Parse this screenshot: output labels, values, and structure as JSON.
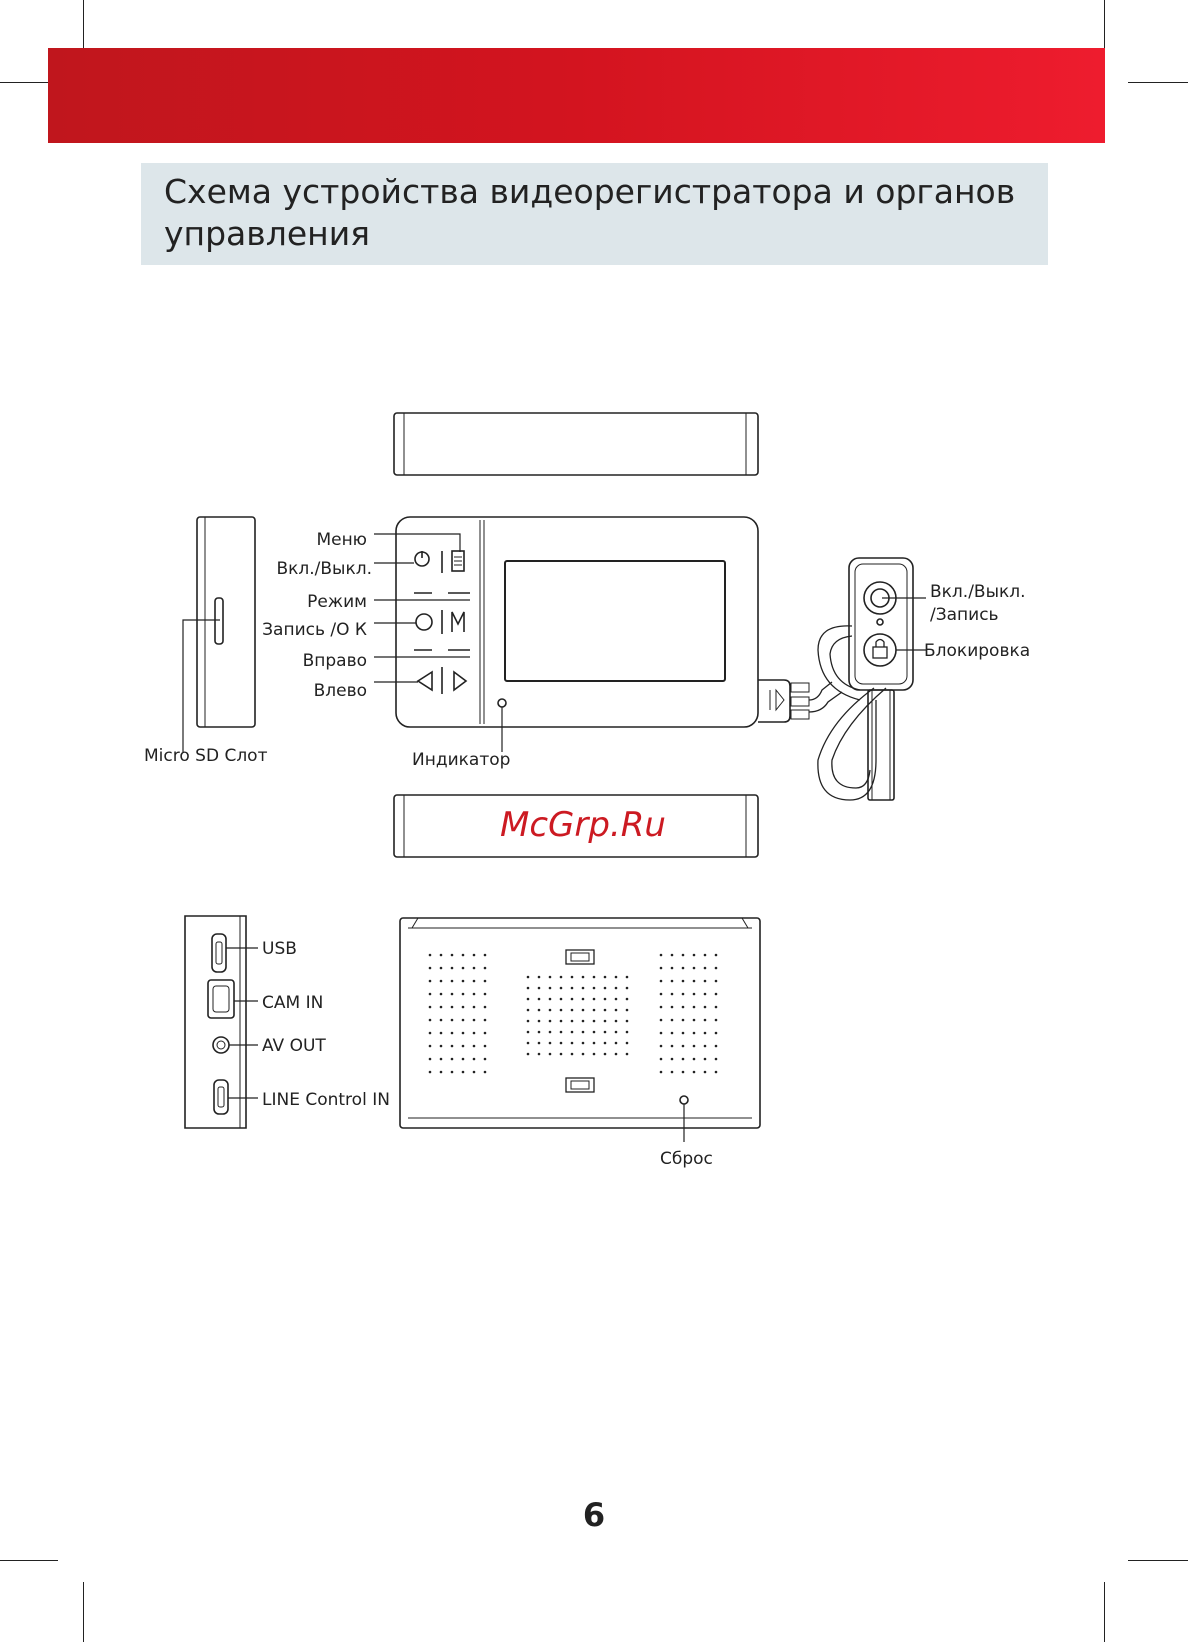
{
  "header": {
    "accent_color": "#d3141f",
    "panel_color": "#dde6ea"
  },
  "title": "Схема устройства видеорегистратора и органов управления",
  "front_labels": {
    "menu": "Меню",
    "power": "Вкл./Выкл.",
    "mode": "Режим",
    "record_ok": "Запись /О К",
    "right": "Вправо",
    "left": "Влево",
    "sd_slot": "Micro SD Слот",
    "indicator": "Индикатор"
  },
  "remote_labels": {
    "power_line1": "Вкл./Выкл.",
    "power_line2": "/Запись",
    "lock": "Блокировка"
  },
  "watermark": "McGrp.Ru",
  "port_labels": {
    "usb": "USB",
    "cam_in": "CAM IN",
    "av_out": "AV OUT",
    "line_control": "LINE Control IN"
  },
  "back_labels": {
    "reset": "Сброс"
  },
  "page_number": "6"
}
